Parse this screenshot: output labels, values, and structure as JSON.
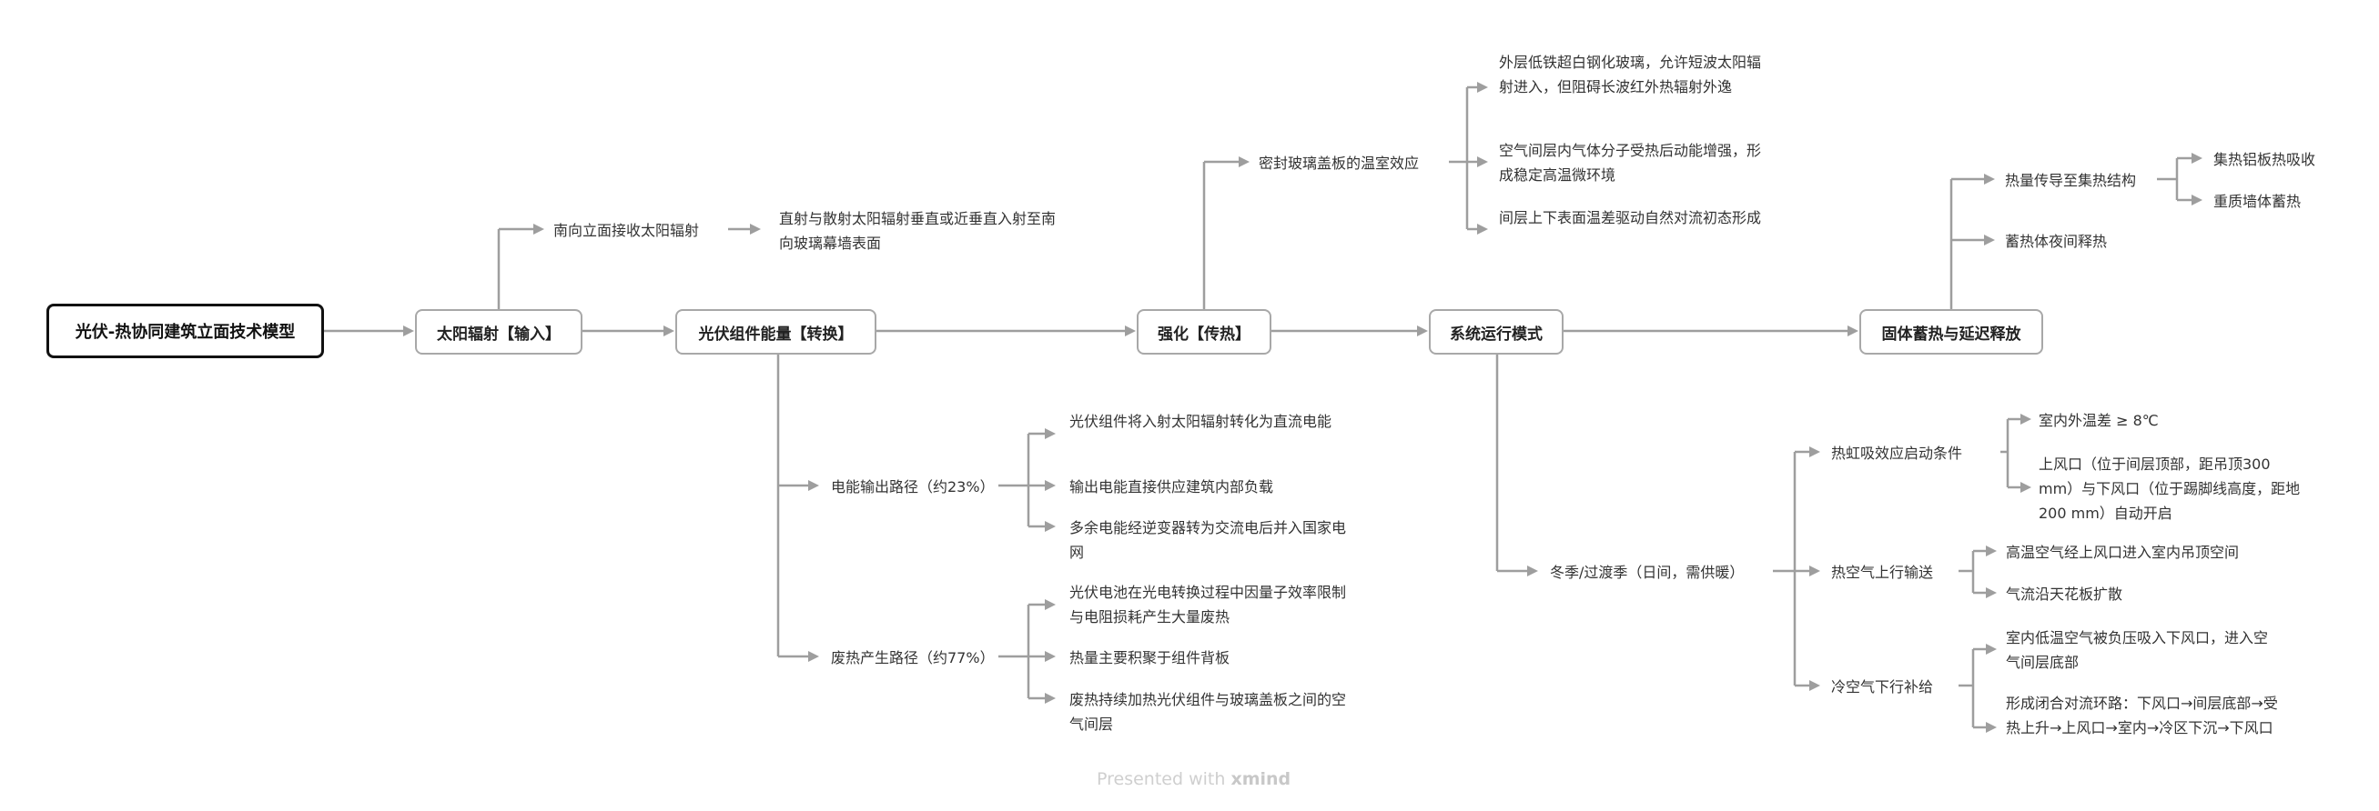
{
  "root": "光伏-热协同建筑立面技术模型",
  "n_solar": "太阳辐射【输入】",
  "n_pv": "光伏组件能量【转换】",
  "n_enh": "强化【传热】",
  "n_sys": "系统运行模式",
  "n_store": "固体蓄热与延迟释放",
  "solar_child": "南向立面接收太阳辐射",
  "solar_leaf": "直射与散射太阳辐射垂直或近垂直入射至南向玻璃幕墙表面",
  "elec": "电能输出路径（约23%）",
  "elec_leaves": [
    "光伏组件将入射太阳辐射转化为直流电能",
    "输出电能直接供应建筑内部负载",
    "多余电能经逆变器转为交流电后并入国家电网"
  ],
  "waste": "废热产生路径（约77%）",
  "waste_leaves": [
    "光伏电池在光电转换过程中因量子效率限制与电阻损耗产生大量废热",
    "热量主要积聚于组件背板",
    "废热持续加热光伏组件与玻璃盖板之间的空气间层"
  ],
  "green": "密封玻璃盖板的温室效应",
  "green_leaves": [
    "外层低铁超白钢化玻璃，允许短波太阳辐射进入，但阻碍长波红外热辐射外逸",
    "空气间层内气体分子受热后动能增强，形成稳定高温微环境",
    "间层上下表面温差驱动自然对流初态形成"
  ],
  "winter": "冬季/过渡季（日间，需供暖）",
  "siphon": "热虹吸效应启动条件",
  "siphon_leaves": [
    "室内外温差 ≥ 8℃",
    "上风口（位于间层顶部，距吊顶300 mm）与下风口（位于踢脚线高度，距地200 mm）自动开启"
  ],
  "up": "热空气上行输送",
  "up_leaves": [
    "高温空气经上风口进入室内吊顶空间",
    "气流沿天花板扩散"
  ],
  "down": "冷空气下行补给",
  "down_leaves": [
    "室内低温空气被负压吸入下风口，进入空气间层底部",
    "形成闭合对流环路：下风口→间层底部→受热上升→上风口→室内→冷区下沉→下风口"
  ],
  "store_a": "热量传导至集热结构",
  "store_a_leaves": [
    "集热铝板热吸收",
    "重质墙体蓄热"
  ],
  "store_b": "蓄热体夜间释热",
  "watermark_a": "Presented with",
  "watermark_b": "xmind"
}
